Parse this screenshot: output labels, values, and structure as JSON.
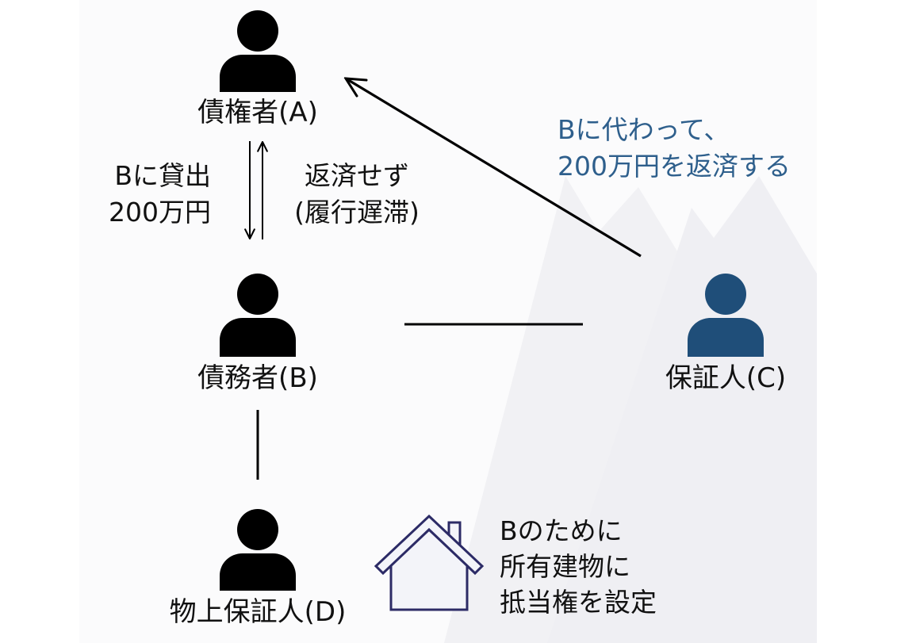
{
  "parties": {
    "creditor": {
      "label": "債権者(A)",
      "icon": "person-icon"
    },
    "debtor": {
      "label": "債務者(B)",
      "icon": "person-icon"
    },
    "guarantor": {
      "label": "保証人(C)",
      "icon": "person-icon"
    },
    "property_guarantor": {
      "label": "物上保証人(D)",
      "icon": "person-icon"
    }
  },
  "annotations": {
    "loan": {
      "lines": [
        "Bに貸出",
        "200万円"
      ]
    },
    "default": {
      "lines": [
        "返済せず",
        "(履行遅滞)"
      ]
    },
    "repayment": {
      "lines": [
        "Bに代わって、",
        "200万円を返済する"
      ]
    },
    "mortgage": {
      "lines": [
        "Bのために",
        "所有建物に",
        "抵当権を設定"
      ],
      "icon": "house-icon"
    }
  },
  "colors": {
    "text": "#111111",
    "person": "#000000",
    "guarantor_person": "#1f4e79",
    "repayment_text": "#2e5f8c",
    "house_outline": "#2c2b66",
    "house_fill": "#f3f4f9"
  }
}
